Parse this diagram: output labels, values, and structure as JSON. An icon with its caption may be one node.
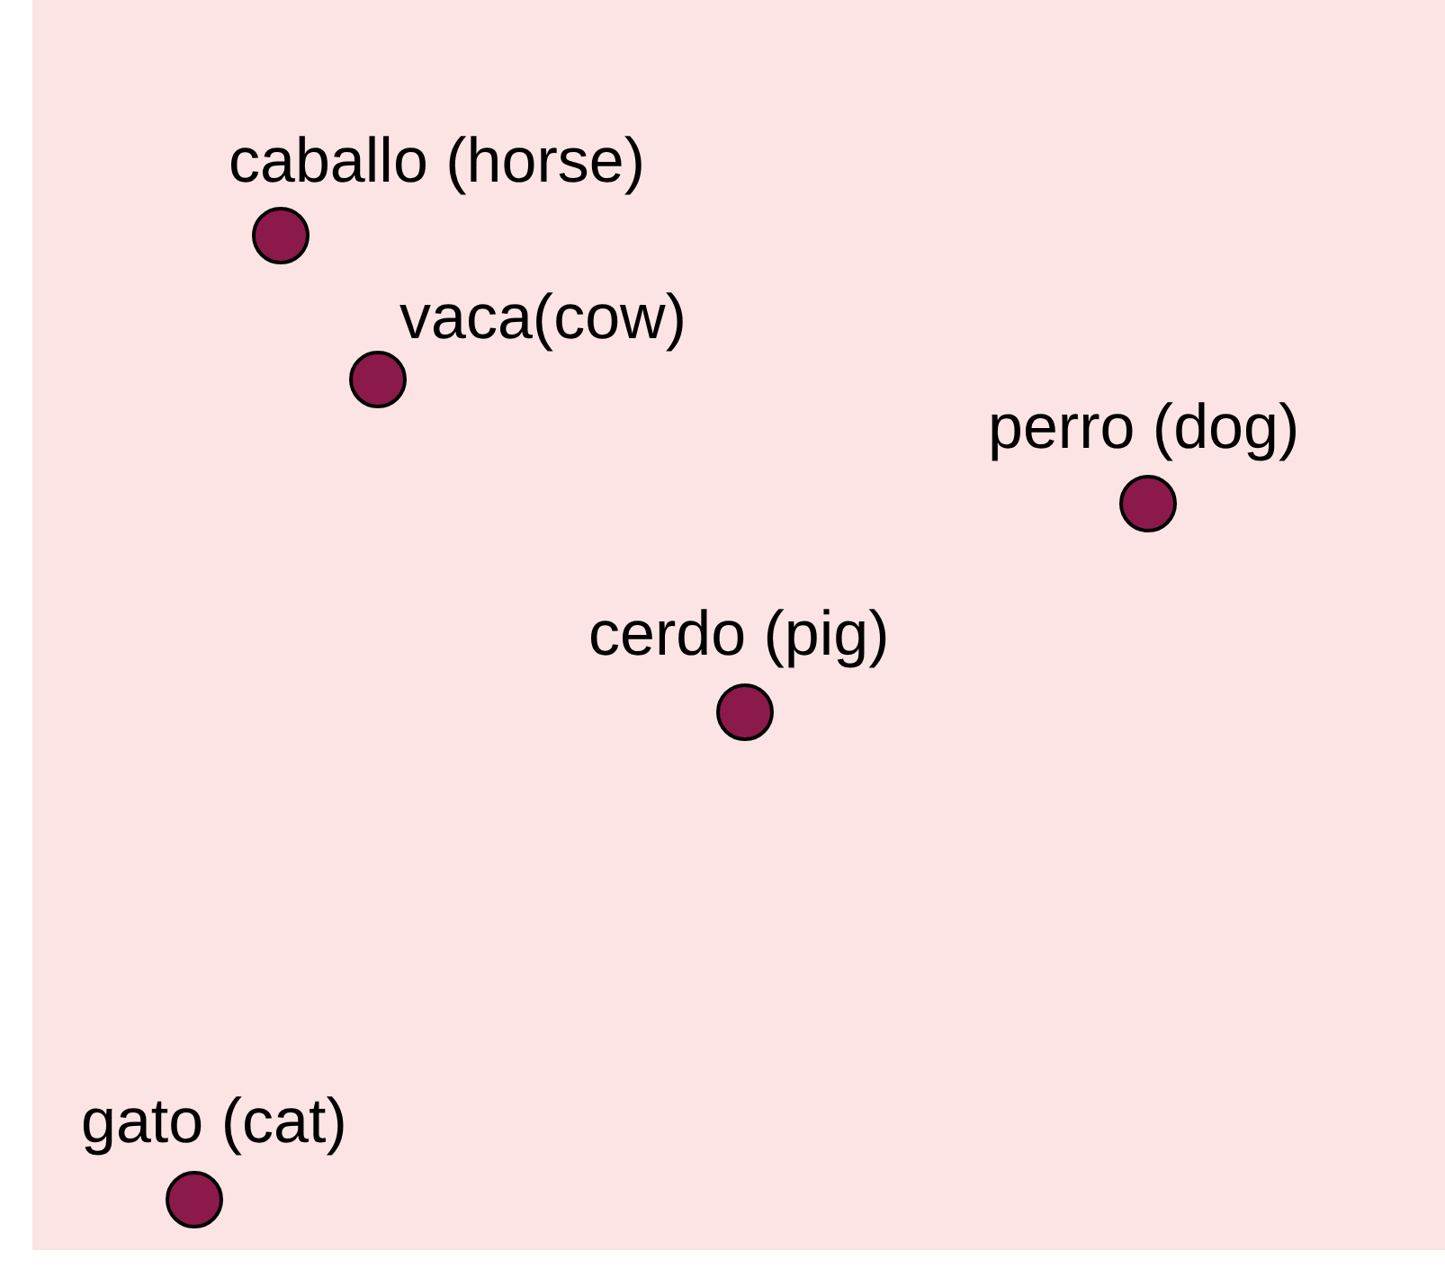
{
  "diagram": {
    "nodes": [
      {
        "text": [],
        "shape": "circle",
        "beside": [
          "caballo (horse)"
        ]
      },
      {
        "text": [],
        "shape": "circle",
        "beside": [
          "vaca(cow)"
        ]
      },
      {
        "text": [],
        "shape": "circle",
        "beside": [
          "perro (dog)"
        ]
      },
      {
        "text": [],
        "shape": "circle",
        "beside": [
          "cerdo (pig)"
        ]
      },
      {
        "text": [],
        "shape": "circle",
        "beside": [
          "gato (cat)"
        ]
      }
    ]
  }
}
